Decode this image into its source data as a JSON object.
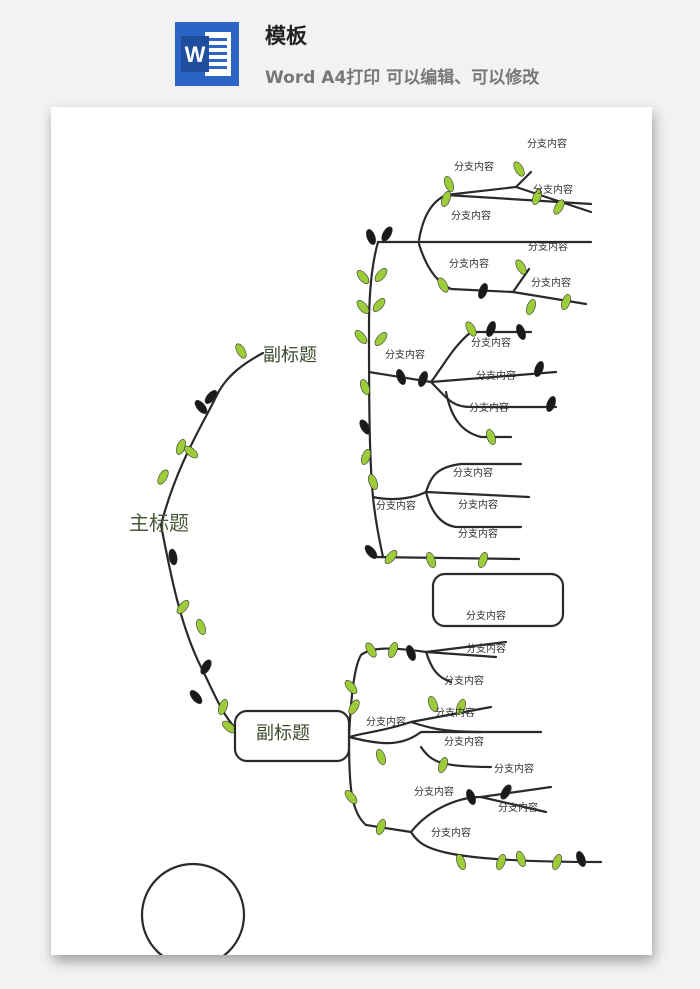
{
  "header": {
    "title": "模板",
    "subtitle": "Word A4打印 可以编辑、可以修改",
    "icon": "word-icon",
    "icon_color": "#2b64c5"
  },
  "mindmap": {
    "main_title": "主标题",
    "subtitle_top": "副标题",
    "subtitle_bottom": "副标题",
    "branch_label": "分支内容",
    "leaf_colors": {
      "green": "#9ccc3a",
      "dark": "#1a1a1a"
    }
  }
}
